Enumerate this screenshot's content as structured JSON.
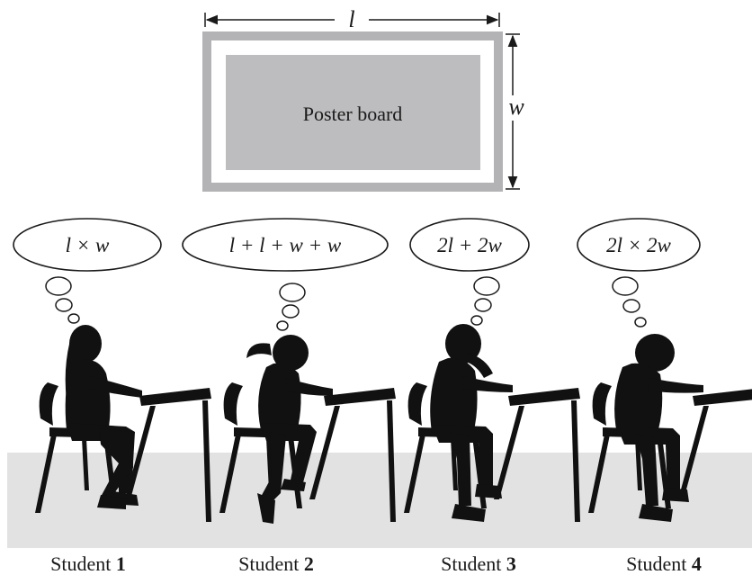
{
  "poster": {
    "label": "Poster board",
    "length_label": "l",
    "width_label": "w",
    "colors": {
      "frame": "#b3b3b5",
      "fill": "#bdbdbf"
    }
  },
  "students": [
    {
      "name": "Student",
      "number": "1",
      "expression": "l × w"
    },
    {
      "name": "Student",
      "number": "2",
      "expression": "l + l + w + w"
    },
    {
      "name": "Student",
      "number": "3",
      "expression": "2l + 2w"
    },
    {
      "name": "Student",
      "number": "4",
      "expression": "2l × 2w"
    }
  ],
  "colors": {
    "floor": "#e2e2e3",
    "silhouette": "#111111",
    "ink": "#1a1a1a"
  }
}
